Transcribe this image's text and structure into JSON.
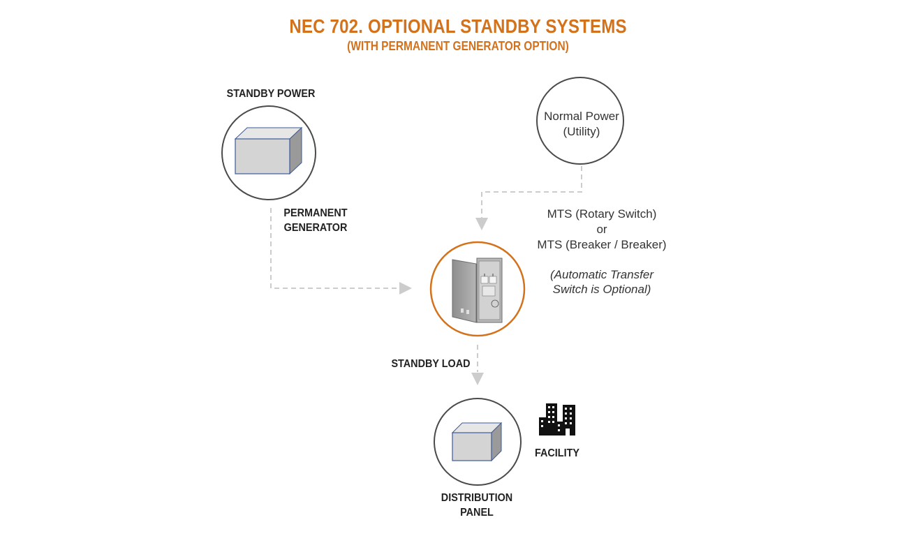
{
  "title": "NEC 702. OPTIONAL STANDBY SYSTEMS",
  "subtitle": "(WITH PERMANENT GENERATOR OPTION)",
  "nodes": {
    "standby_power": {
      "label": "STANDBY POWER"
    },
    "generator": {
      "label_line1": "PERMANENT",
      "label_line2": "GENERATOR"
    },
    "utility": {
      "label_line1": "Normal Power",
      "label_line2": "(Utility)"
    },
    "transfer_switch": {
      "line1": "MTS (Rotary Switch)",
      "line2": "or",
      "line3": "MTS (Breaker / Breaker)",
      "note_line1": "(Automatic Transfer",
      "note_line2": "Switch is Optional)"
    },
    "standby_load": {
      "label": "STANDBY LOAD"
    },
    "distribution_panel": {
      "label_line1": "DISTRIBUTION",
      "label_line2": "PANEL"
    },
    "facility": {
      "label": "FACILITY"
    }
  },
  "colors": {
    "accent": "#d4711b",
    "circle_stroke": "#4a4a4a",
    "arrow": "#cccccc",
    "box_fill": "#d4d4d4",
    "box_edge": "#3c5a9a"
  },
  "icons": [
    "generator-box-icon",
    "transfer-switch-icon",
    "panel-box-icon",
    "building-icon"
  ]
}
